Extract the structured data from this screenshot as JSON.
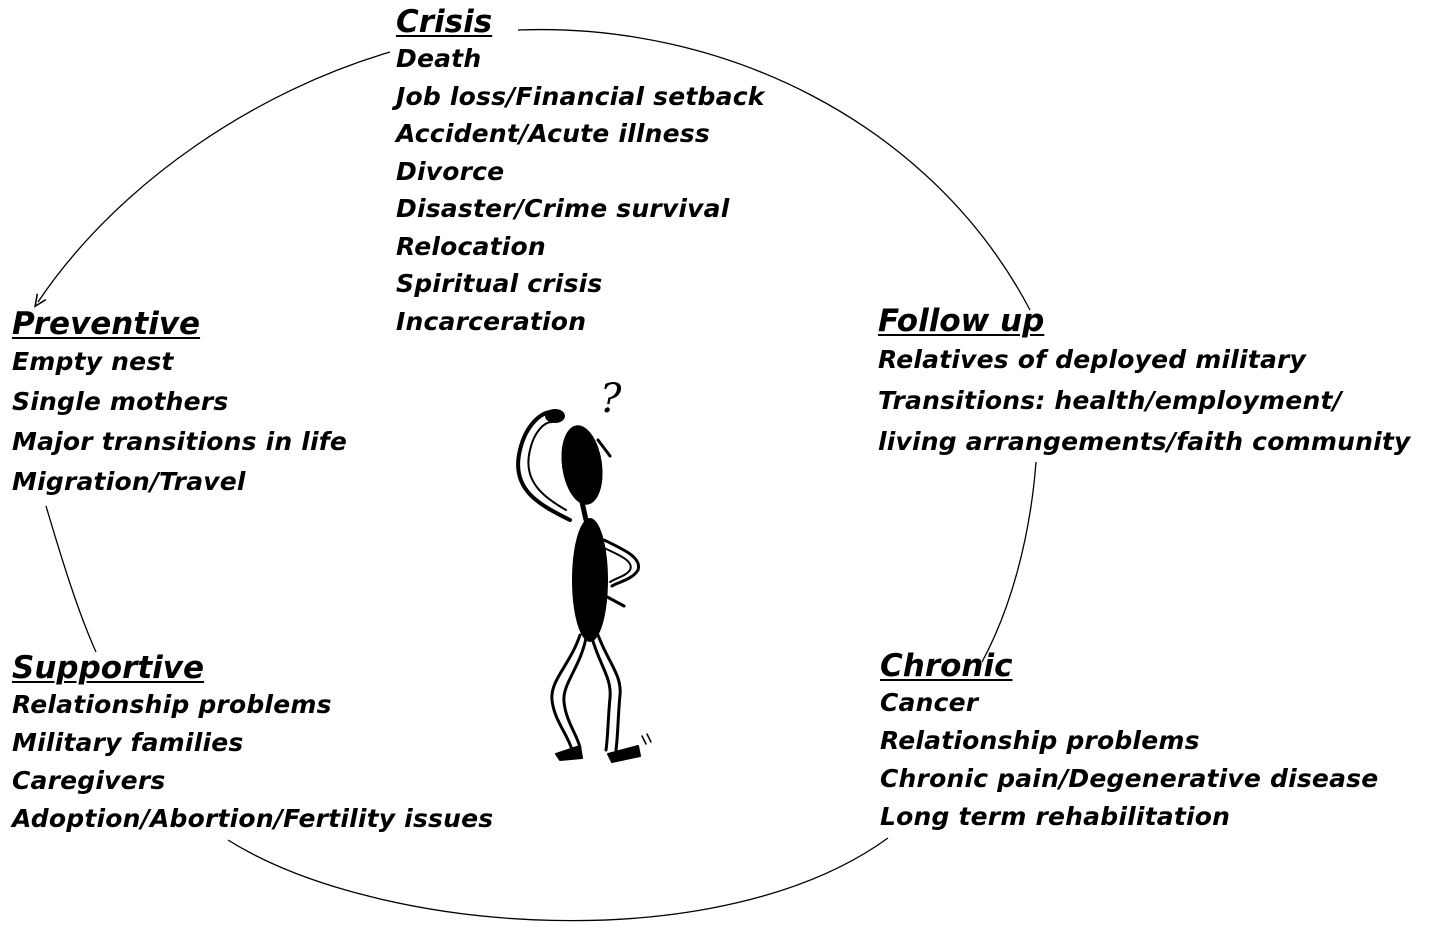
{
  "categories": {
    "crisis": {
      "heading": "Crisis",
      "items": [
        "Death",
        "Job loss/Financial setback",
        "Accident/Acute illness",
        "Divorce",
        "Disaster/Crime survival",
        "Relocation",
        "Spiritual crisis",
        "Incarceration"
      ]
    },
    "preventive": {
      "heading": "Preventive",
      "items": [
        "Empty nest",
        "Single mothers",
        "Major transitions in life",
        "Migration/Travel"
      ]
    },
    "follow_up": {
      "heading": "Follow up",
      "items": [
        "Relatives of deployed military",
        "Transitions: health/employment/",
        "living arrangements/faith community"
      ]
    },
    "supportive": {
      "heading": "Supportive",
      "items": [
        "Relationship problems",
        "Military families",
        "Caregivers",
        "Adoption/Abortion/Fertility issues"
      ]
    },
    "chronic": {
      "heading": "Chronic",
      "items": [
        "Cancer",
        "Relationship problems",
        "Chronic pain/Degenerative disease",
        "Long term rehabilitation"
      ]
    }
  },
  "figure": {
    "glyph": "?"
  },
  "colors": {
    "ink": "#000000",
    "background": "#ffffff"
  }
}
